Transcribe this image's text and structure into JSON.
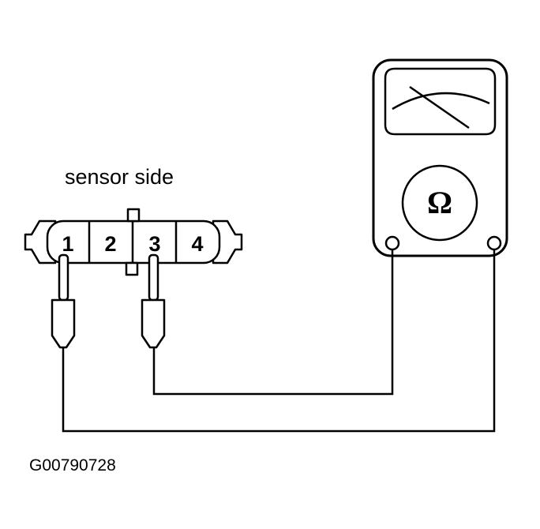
{
  "labels": {
    "connector_side": "sensor side",
    "figure_code": "G00790728"
  },
  "connector": {
    "pins": [
      "1",
      "2",
      "3",
      "4"
    ]
  },
  "meter": {
    "symbol": "Ω",
    "icon": "ohmmeter-icon"
  },
  "probes": {
    "connected_pins": [
      "1",
      "3"
    ]
  },
  "colors": {
    "line": "#000000",
    "background": "#ffffff"
  }
}
